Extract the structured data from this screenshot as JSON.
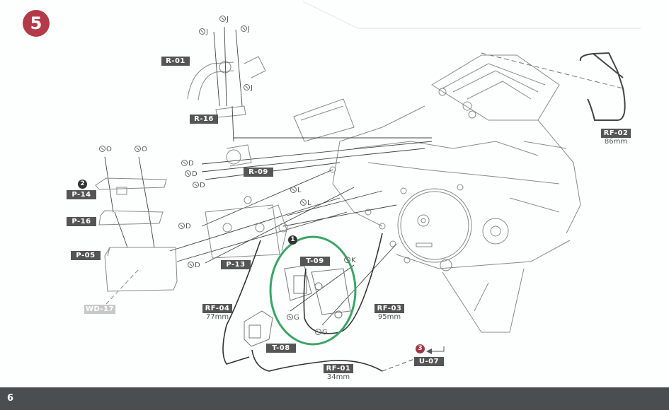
{
  "step": {
    "number": "5"
  },
  "sub_steps": [
    {
      "id": "sub-1",
      "number": "1",
      "color": "#333333"
    },
    {
      "id": "sub-2",
      "number": "2",
      "color": "#333333"
    },
    {
      "id": "sub-3",
      "number": "3",
      "color": "#a53545"
    }
  ],
  "parts": {
    "r01": "R-01",
    "r16": "R-16",
    "r09": "R-09",
    "p14": "P-14",
    "p16": "P-16",
    "p05": "P-05",
    "p13": "P-13",
    "wd17": "WD-17",
    "t09": "T-09",
    "t08": "T-08",
    "rf01": "RF-01",
    "rf02": "RF-02",
    "rf03": "RF-03",
    "rf04": "RF-04",
    "u07": "U-07"
  },
  "lengths": {
    "rf01": "34mm",
    "rf02": "86mm",
    "rf03": "95mm",
    "rf04": "77mm"
  },
  "screws": {
    "j": "J",
    "o": "O",
    "d": "D",
    "l": "L",
    "k": "K",
    "g": "G"
  },
  "highlight": {
    "color": "#3aa564",
    "target": "T-09"
  },
  "footer": {
    "page_number": "6"
  }
}
